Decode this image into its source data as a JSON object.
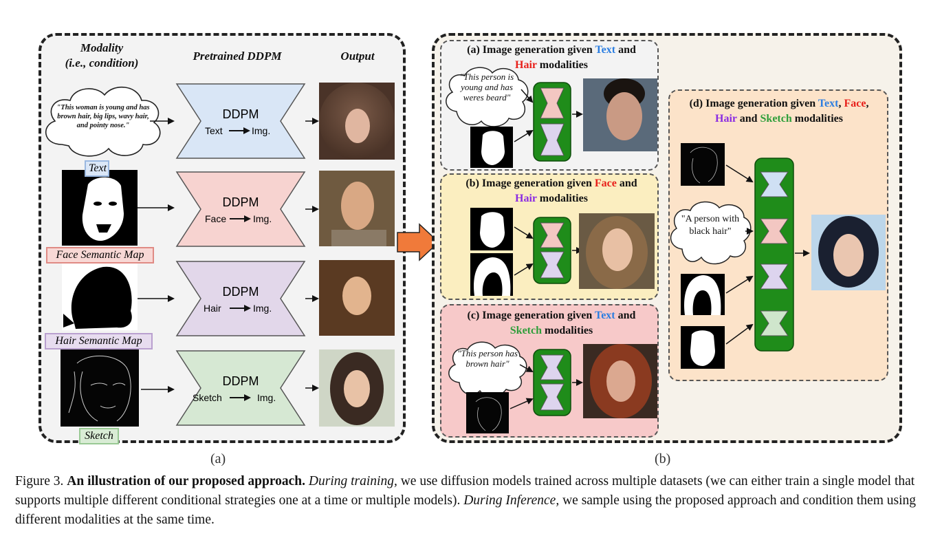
{
  "left": {
    "headers": {
      "modality": "Modality",
      "condition": "(i.e., condition)",
      "pretrained": "Pretrained DDPM",
      "output": "Output"
    },
    "cloud_text": "\"This woman is young and has brown hair, big lips, wavy hair, and pointy nose.\"",
    "rows": [
      {
        "label": "Text",
        "ddpm": "DDPM",
        "from": "Text",
        "to": "Img.",
        "fill": "#d9e6f6"
      },
      {
        "label": "Face Semantic Map",
        "ddpm": "DDPM",
        "from": "Face",
        "to": "Img.",
        "fill": "#f7d3d0"
      },
      {
        "label": "Hair Semantic Map",
        "ddpm": "DDPM",
        "from": "Hair",
        "to": "Img.",
        "fill": "#e2d7ea"
      },
      {
        "label": "Sketch",
        "ddpm": "DDPM",
        "from": "Sketch",
        "to": "Img.",
        "fill": "#d6e8d3"
      }
    ],
    "axis_label": "(a)"
  },
  "right": {
    "axis_label": "(b)",
    "a": {
      "prefix": "(a) Image generation given ",
      "m1": "Text",
      "and": " and",
      "m2": "Hair",
      "suffix": " modalities",
      "cloud": "\"This person is young and has weres beard\""
    },
    "b": {
      "prefix": "(b) Image generation given ",
      "m1": "Face",
      "and": " and",
      "m2": "Hair",
      "suffix": " modalities"
    },
    "c": {
      "prefix": "(c) Image generation given ",
      "m1": "Text",
      "and": " and",
      "m2": "Sketch",
      "suffix": " modalities",
      "cloud": "\"This person has brown hair\""
    },
    "d": {
      "prefix": "(d) Image generation given ",
      "m1": "Text",
      "comma1": ", ",
      "m2": "Face",
      "comma2": ",",
      "m3": "Hair",
      "and": " and ",
      "m4": "Sketch",
      "suffix": " modalities",
      "cloud": "\"A person with black hair\""
    }
  },
  "colors": {
    "text": "#2a7de1",
    "face": "#e8201a",
    "hair": "#8a2be2",
    "sketch": "#2e9e3a",
    "arrow": "#f07a3a",
    "network": "#1f8c1a"
  },
  "caption": {
    "fig": "Figure 3.",
    "title": "An illustration of our proposed approach.",
    "t1": "During training,",
    "body1": " we use diffusion models trained across multiple datasets (we can either train a single model that supports multiple different conditional strategies one at a time or multiple models).",
    "t2": "During Inference,",
    "body2": " we sample using the proposed approach and condition them using different modalities at the same time."
  }
}
